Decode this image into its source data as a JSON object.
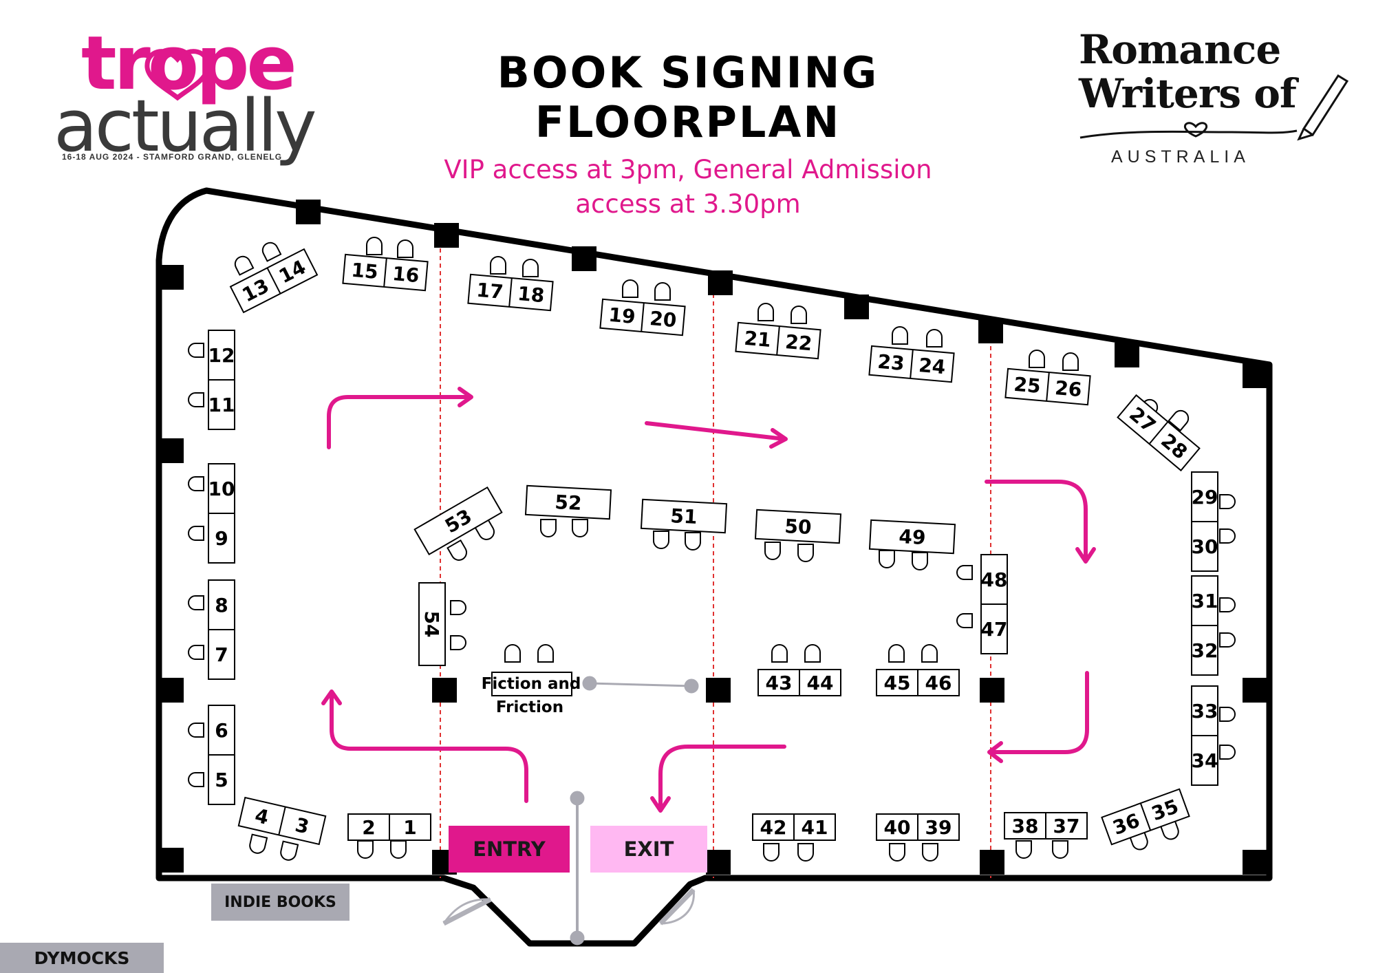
{
  "header": {
    "title_line1": "BOOK SIGNING",
    "title_line2": "FLOORPLAN",
    "subtitle_line1": "VIP access at 3pm, General Admission",
    "subtitle_line2": "access at 3.30pm"
  },
  "logo_left": {
    "word1": "trope",
    "word2": "actually",
    "tagline": "16-18 AUG 2024 - STAMFORD GRAND, GLENELG"
  },
  "logo_right": {
    "line1": "Romance",
    "line2": "Writers of",
    "line3": "AUSTRALIA"
  },
  "labels": {
    "entry": "ENTRY",
    "exit": "EXIT",
    "indie_books": "INDIE BOOKS",
    "dymocks": "DYMOCKS",
    "fiction_and_friction": [
      "Fiction and",
      "Friction"
    ]
  },
  "colors": {
    "accent": "#e0188c",
    "entry_fill": "#e0188c",
    "exit_fill": "#ffb8f2",
    "divider": "#e03030",
    "pillar": "#000000",
    "gray_box": "#a9a9b2"
  },
  "tables": [
    {
      "id": "t-13-14",
      "nums": [
        "13",
        "14"
      ],
      "angle": -27
    },
    {
      "id": "t-15-16",
      "nums": [
        "15",
        "16"
      ],
      "angle": 5
    },
    {
      "id": "t-17-18",
      "nums": [
        "17",
        "18"
      ],
      "angle": 5
    },
    {
      "id": "t-19-20",
      "nums": [
        "19",
        "20"
      ],
      "angle": 5
    },
    {
      "id": "t-21-22",
      "nums": [
        "21",
        "22"
      ],
      "angle": 5
    },
    {
      "id": "t-23-24",
      "nums": [
        "23",
        "24"
      ],
      "angle": 5
    },
    {
      "id": "t-25-26",
      "nums": [
        "25",
        "26"
      ],
      "angle": 5
    },
    {
      "id": "t-27-28",
      "nums": [
        "27",
        "28"
      ],
      "angle": 40
    },
    {
      "id": "t-12-11",
      "nums": [
        "12",
        "11"
      ],
      "angle": 0
    },
    {
      "id": "t-10-9",
      "nums": [
        "10",
        "9"
      ],
      "angle": 0
    },
    {
      "id": "t-8-7",
      "nums": [
        "8",
        "7"
      ],
      "angle": 0
    },
    {
      "id": "t-6-5",
      "nums": [
        "6",
        "5"
      ],
      "angle": 0
    },
    {
      "id": "t-4-3",
      "nums": [
        "4",
        "3"
      ],
      "angle": 13
    },
    {
      "id": "t-2-1",
      "nums": [
        "2",
        "1"
      ],
      "angle": 0
    },
    {
      "id": "t-29-30",
      "nums": [
        "29",
        "30"
      ],
      "angle": 0
    },
    {
      "id": "t-31-32",
      "nums": [
        "31",
        "32"
      ],
      "angle": 0
    },
    {
      "id": "t-33-34",
      "nums": [
        "33",
        "34"
      ],
      "angle": 0
    },
    {
      "id": "t-36-35",
      "nums": [
        "36",
        "35"
      ],
      "angle": -20
    },
    {
      "id": "t-38-37",
      "nums": [
        "38",
        "37"
      ],
      "angle": 0
    },
    {
      "id": "t-40-39",
      "nums": [
        "40",
        "39"
      ],
      "angle": 0
    },
    {
      "id": "t-42-41",
      "nums": [
        "42",
        "41"
      ],
      "angle": 0
    },
    {
      "id": "t-43-44",
      "nums": [
        "43",
        "44"
      ],
      "angle": 0
    },
    {
      "id": "t-45-46",
      "nums": [
        "45",
        "46"
      ],
      "angle": 0
    },
    {
      "id": "t-48-47",
      "nums": [
        "48",
        "47"
      ],
      "angle": 0
    },
    {
      "id": "t-53",
      "nums": [
        "53"
      ],
      "angle": -30
    },
    {
      "id": "t-52",
      "nums": [
        "52"
      ],
      "angle": 3
    },
    {
      "id": "t-51",
      "nums": [
        "51"
      ],
      "angle": 3
    },
    {
      "id": "t-50",
      "nums": [
        "50"
      ],
      "angle": 3
    },
    {
      "id": "t-49",
      "nums": [
        "49"
      ],
      "angle": 3
    },
    {
      "id": "t-54",
      "nums": [
        "54"
      ],
      "angle": 90
    }
  ]
}
